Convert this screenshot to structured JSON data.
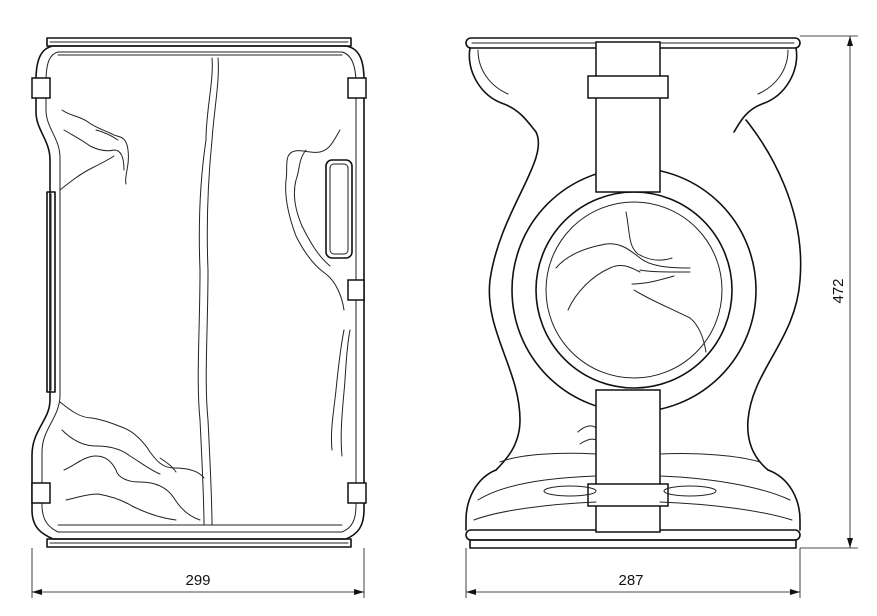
{
  "dimensions": {
    "width_left": "299",
    "width_right": "287",
    "height_right": "472"
  }
}
